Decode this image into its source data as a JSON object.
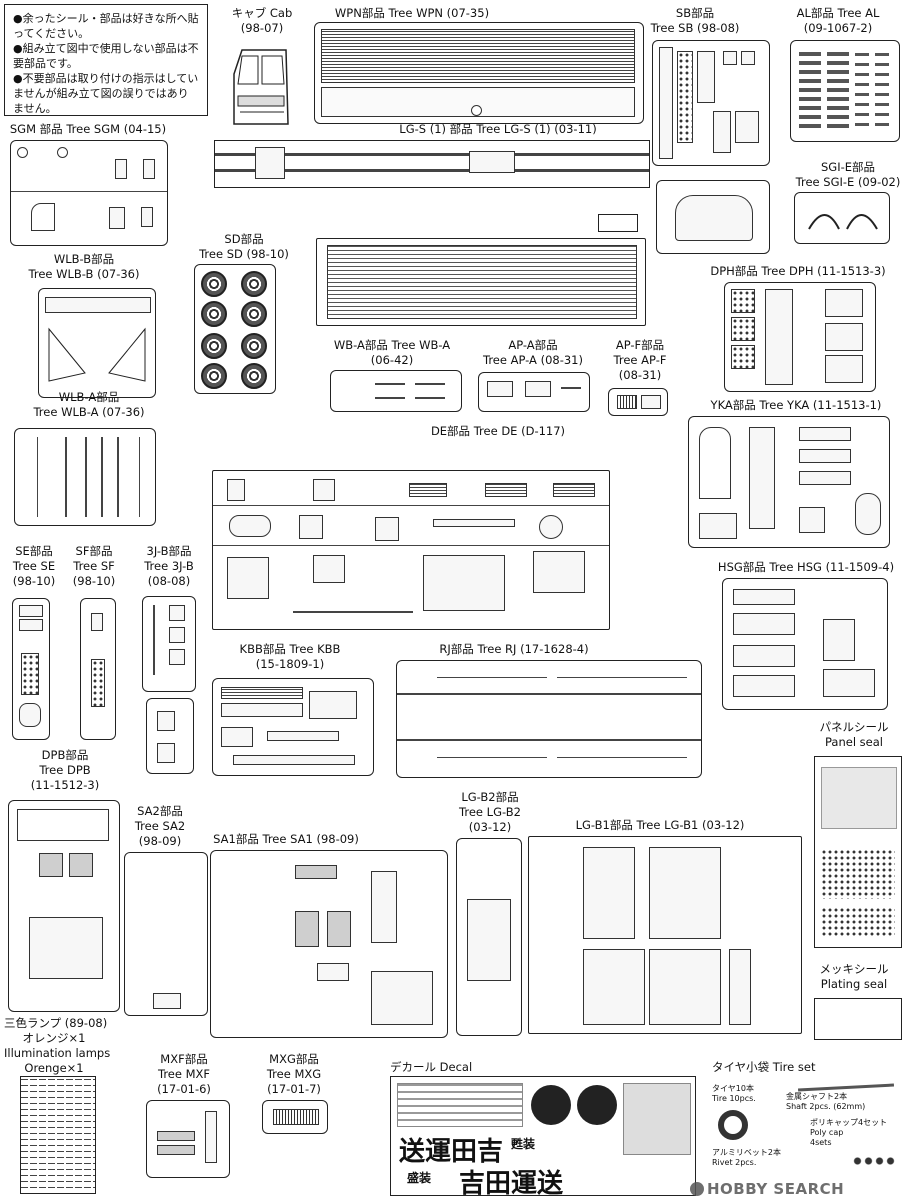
{
  "notes": [
    "●余ったシール・部品は好きな所へ貼ってください。",
    "●組み立て図中で使用しない部品は不要部品です。",
    "●不要部品は取り付けの指示はしていませんが組み立て図の誤りではありません。"
  ],
  "labels": {
    "cab": [
      "キャブ Cab",
      "(98-07)"
    ],
    "wpn": [
      "WPN部品 Tree WPN (07-35)"
    ],
    "sb": [
      "SB部品",
      "Tree SB (98-08)"
    ],
    "al": [
      "AL部品 Tree AL",
      "(09-1067-2)"
    ],
    "sgm": [
      "SGM 部品 Tree SGM (04-15)"
    ],
    "lgs": [
      "LG-S (1) 部品 Tree LG-S (1) (03-11)"
    ],
    "sgie": [
      "SGI-E部品",
      "Tree SGI-E (09-02)"
    ],
    "sd": [
      "SD部品",
      "Tree SD (98-10)"
    ],
    "wlbb": [
      "WLB-B部品",
      "Tree WLB-B (07-36)"
    ],
    "dph": [
      "DPH部品 Tree DPH (11-1513-3)"
    ],
    "wba": [
      "WB-A部品 Tree WB-A",
      "(06-42)"
    ],
    "apa": [
      "AP-A部品",
      "Tree AP-A (08-31)"
    ],
    "apf": [
      "AP-F部品",
      "Tree AP-F",
      "(08-31)"
    ],
    "wlba": [
      "WLB-A部品",
      "Tree WLB-A (07-36)"
    ],
    "yka": [
      "YKA部品 Tree YKA (11-1513-1)"
    ],
    "de": [
      "DE部品 Tree DE (D-117)"
    ],
    "se": [
      "SE部品",
      "Tree SE",
      "(98-10)"
    ],
    "sf": [
      "SF部品",
      "Tree SF",
      "(98-10)"
    ],
    "j3b": [
      "3J-B部品",
      "Tree 3J-B",
      "(08-08)"
    ],
    "hsg": [
      "HSG部品 Tree HSG (11-1509-4)"
    ],
    "kbb": [
      "KBB部品 Tree KBB",
      "(15-1809-1)"
    ],
    "rj": [
      "RJ部品 Tree RJ (17-1628-4)"
    ],
    "panel": [
      "パネルシール",
      "Panel seal"
    ],
    "dpb": [
      "DPB部品",
      "Tree DPB",
      "(11-1512-3)"
    ],
    "lgb2": [
      "LG-B2部品",
      "Tree LG-B2",
      "(03-12)"
    ],
    "sa2": [
      "SA2部品",
      "Tree SA2",
      "(98-09)"
    ],
    "sa1": [
      "SA1部品 Tree SA1 (98-09)"
    ],
    "lgb1": [
      "LG-B1部品 Tree LG-B1 (03-12)"
    ],
    "plating": [
      "メッキシール",
      "Plating seal"
    ],
    "lamps": [
      "三色ランプ (89-08)",
      "オレンジ×1",
      "Illumination lamps",
      "Orenge×1"
    ],
    "mxf": [
      "MXF部品",
      "Tree MXF",
      "(17-01-6)"
    ],
    "mxg": [
      "MXG部品",
      "Tree MXG",
      "(17-01-7)"
    ],
    "decal": [
      "デカール Decal"
    ],
    "tireset": [
      "タイヤ小袋 Tire set"
    ]
  },
  "tireset_items": {
    "tire": [
      "タイヤ10本",
      "Tire 10pcs."
    ],
    "shaft": [
      "金属シャフト2本",
      "Shaft 2pcs. (62mm)"
    ],
    "rivet": [
      "アルミリベット2本",
      "Rivet 2pcs."
    ],
    "polycap": [
      "ポリキャップ4セット",
      "Poly cap",
      "4sets"
    ]
  },
  "decal_text": {
    "big1": "送運田吉",
    "big2": "吉田運送",
    "small1": "甦装",
    "small2": "盛装"
  },
  "watermark": "HOBBY SEARCH"
}
